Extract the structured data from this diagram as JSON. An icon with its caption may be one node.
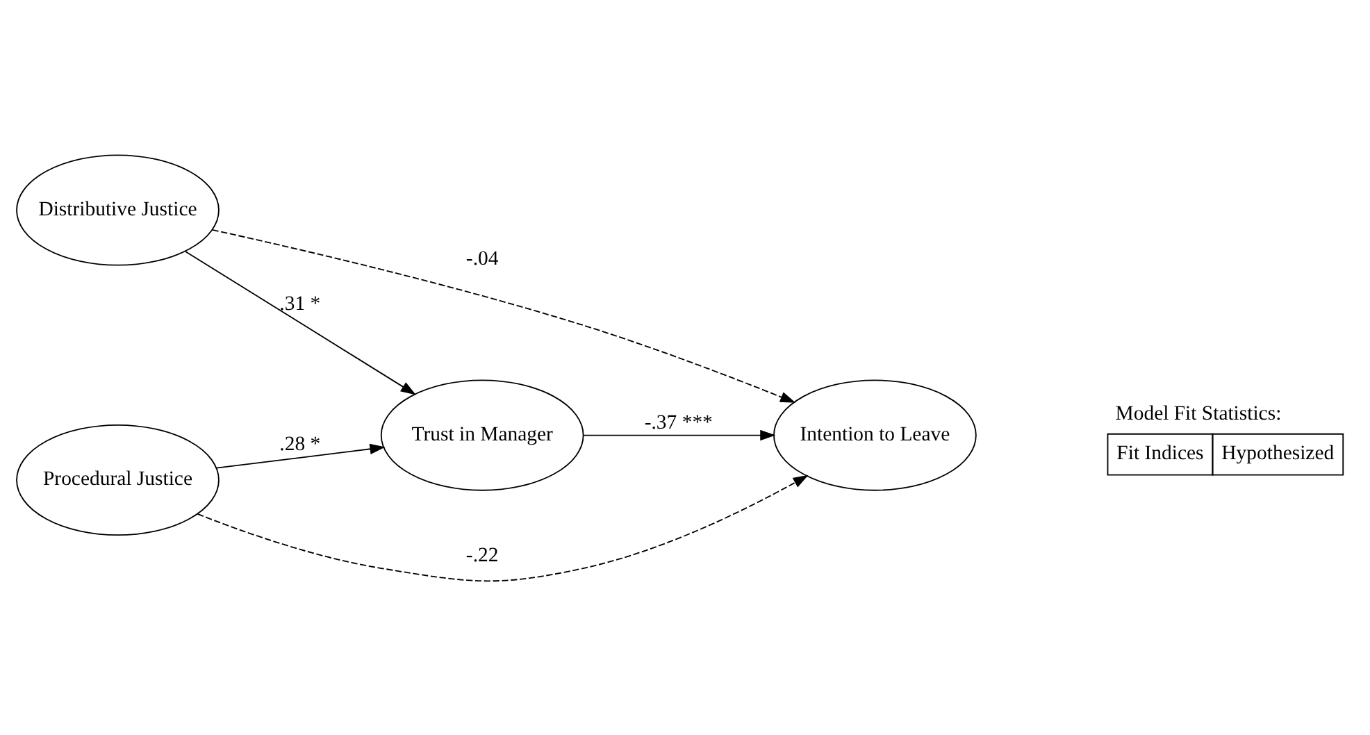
{
  "diagram": {
    "nodes": [
      {
        "text": [
          "Distributive Justice"
        ]
      },
      {
        "text": [
          "Trust in Manager"
        ]
      },
      {
        "text": [
          "Intention to Leave"
        ]
      },
      {
        "text": [
          "Procedural Justice"
        ]
      }
    ],
    "edges": [
      {
        "from": 0,
        "to": 2,
        "arrow": "to",
        "label": "-.04",
        "style": "dashed"
      },
      {
        "from": 0,
        "to": 1,
        "arrow": "to",
        "label": ".31 *"
      },
      {
        "from": 1,
        "to": 2,
        "arrow": "to",
        "label": "-.37 ***"
      },
      {
        "from": 3,
        "to": 1,
        "arrow": "to",
        "label": ".28 *"
      },
      {
        "from": 3,
        "to": 2,
        "arrow": "to",
        "label": "-.22",
        "style": "dashed"
      }
    ],
    "labels": [
      "Model Fit Statistics:",
      "Fit Indices",
      "Hypothesized"
    ]
  }
}
